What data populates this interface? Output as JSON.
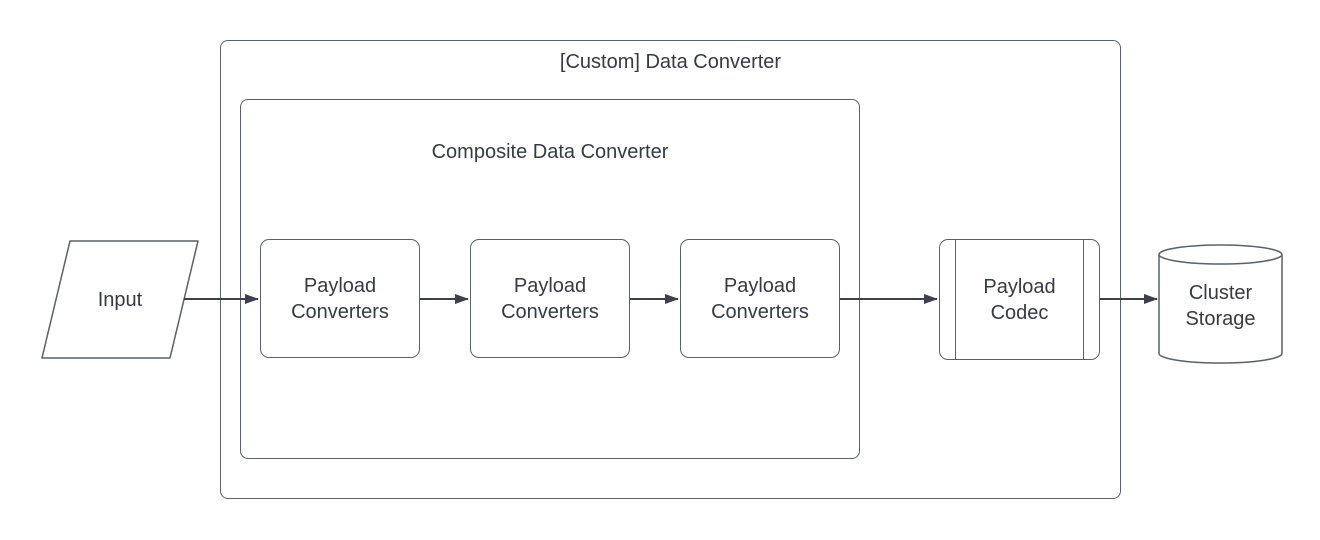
{
  "diagram": {
    "kind": "flowchart",
    "background": "#ffffff",
    "colors": {
      "shape_stroke": "#59606a",
      "connector": "#3a414c",
      "text": "#343b46",
      "shape_fill": "#ffffff"
    },
    "containers": {
      "custom": {
        "label": "[Custom] Data Converter"
      },
      "composite": {
        "label": "Composite Data Converter"
      }
    },
    "nodes": {
      "input": {
        "label": "Input",
        "shape": "parallelogram"
      },
      "converter1": {
        "label": "Payload Converters",
        "shape": "rounded-rectangle"
      },
      "converter2": {
        "label": "Payload Converters",
        "shape": "rounded-rectangle"
      },
      "converter3": {
        "label": "Payload Converters",
        "shape": "rounded-rectangle"
      },
      "codec": {
        "label": "Payload Codec",
        "shape": "subroutine"
      },
      "storage": {
        "label": "Cluster Storage",
        "shape": "cylinder"
      }
    },
    "edges": [
      {
        "from": "input",
        "to": "converter1"
      },
      {
        "from": "converter1",
        "to": "converter2"
      },
      {
        "from": "converter2",
        "to": "converter3"
      },
      {
        "from": "converter3",
        "to": "codec"
      },
      {
        "from": "codec",
        "to": "storage"
      }
    ]
  }
}
